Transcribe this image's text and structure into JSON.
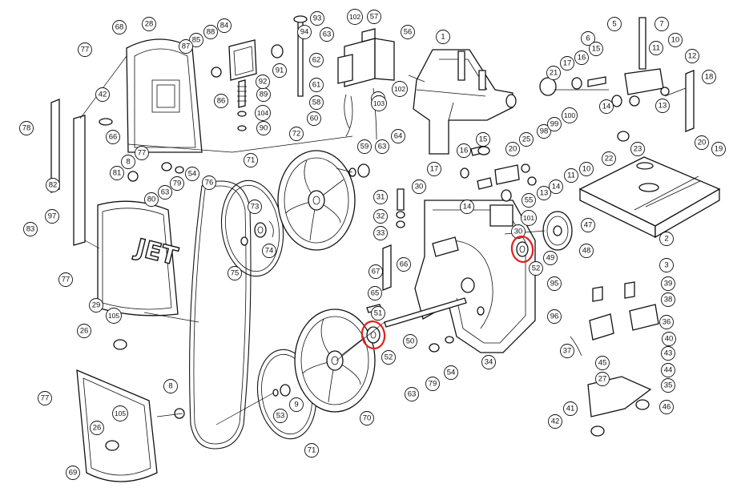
{
  "diagram": {
    "brand_logo": "JET",
    "highlight_color": "#e02020",
    "highlighted_part": "52",
    "callouts": [
      "1",
      "2",
      "3",
      "5",
      "6",
      "7",
      "8",
      "9",
      "10",
      "11",
      "12",
      "13",
      "14",
      "15",
      "16",
      "17",
      "18",
      "19",
      "20",
      "21",
      "22",
      "23",
      "25",
      "26",
      "27",
      "28",
      "29",
      "30",
      "31",
      "32",
      "33",
      "34",
      "35",
      "36",
      "37",
      "38",
      "39",
      "40",
      "41",
      "42",
      "43",
      "44",
      "45",
      "46",
      "47",
      "48",
      "49",
      "50",
      "51",
      "52",
      "53",
      "54",
      "55",
      "56",
      "57",
      "58",
      "59",
      "60",
      "61",
      "62",
      "63",
      "64",
      "65",
      "66",
      "67",
      "68",
      "69",
      "70",
      "71",
      "72",
      "73",
      "74",
      "75",
      "76",
      "77",
      "78",
      "79",
      "80",
      "81",
      "82",
      "83",
      "84",
      "85",
      "86",
      "87",
      "88",
      "89",
      "90",
      "91",
      "92",
      "93",
      "94",
      "95",
      "96",
      "97",
      "98",
      "99",
      "100",
      "101",
      "102",
      "103",
      "104",
      "105"
    ]
  }
}
